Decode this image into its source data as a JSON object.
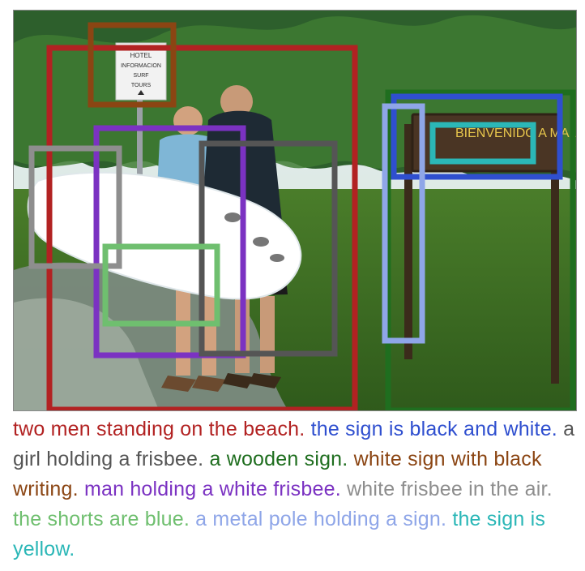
{
  "colors": {
    "red": "#b22222",
    "blue": "#2f4fcf",
    "darkgray": "#555555",
    "green": "#1f6e1f",
    "brown": "#8b4513",
    "purple": "#7b32c2",
    "lightgray": "#8e8e8e",
    "lightgreen": "#6fbf6f",
    "lightblue": "#8fa6e8",
    "teal": "#2bb7b7"
  },
  "image": {
    "top_sign_text": "BIENVENIDO A MAL PAIS",
    "top_small_sign_lines": [
      "HOTEL",
      "INFORMACION",
      "SURF",
      "TOURS"
    ]
  },
  "boxes": [
    {
      "label_key": "two men standing on the beach.",
      "color_key": "red",
      "stroke": "red"
    },
    {
      "label_key": "the sign is black and white.",
      "color_key": "blue",
      "stroke": "blue"
    },
    {
      "label_key": "a girl holding a frisbee.",
      "color_key": "darkgray",
      "stroke": "darkgray"
    },
    {
      "label_key": "a wooden sign.",
      "color_key": "green",
      "stroke": "green"
    },
    {
      "label_key": "white sign with black writing.",
      "color_key": "brown",
      "stroke": "brown"
    },
    {
      "label_key": "man holding a white frisbee.",
      "color_key": "purple",
      "stroke": "purple"
    },
    {
      "label_key": "white frisbee in the air.",
      "color_key": "lightgray",
      "stroke": "lightgray"
    },
    {
      "label_key": "the shorts are blue.",
      "color_key": "lightgreen",
      "stroke": "lightgreen"
    },
    {
      "label_key": "a metal pole holding a sign.",
      "color_key": "lightblue",
      "stroke": "lightblue"
    },
    {
      "label_key": "the sign is yellow.",
      "color_key": "teal",
      "stroke": "teal"
    }
  ],
  "captions": [
    {
      "text": "two men standing on the beach.",
      "color": "#b22222"
    },
    {
      "text": "the sign is black and white.",
      "color": "#2f4fcf"
    },
    {
      "text": "a girl holding a frisbee.",
      "color": "#555555"
    },
    {
      "text": "a wooden sign.",
      "color": "#1f6e1f"
    },
    {
      "text": "white sign with black writing.",
      "color": "#8b4513"
    },
    {
      "text": "man holding a white frisbee.",
      "color": "#7b32c2"
    },
    {
      "text": "white frisbee in the air.",
      "color": "#8e8e8e"
    },
    {
      "text": "the shorts are blue.",
      "color": "#6fbf6f"
    },
    {
      "text": "a metal pole holding a sign.",
      "color": "#8fa6e8"
    },
    {
      "text": "the sign is yellow.",
      "color": "#2bb7b7"
    }
  ]
}
